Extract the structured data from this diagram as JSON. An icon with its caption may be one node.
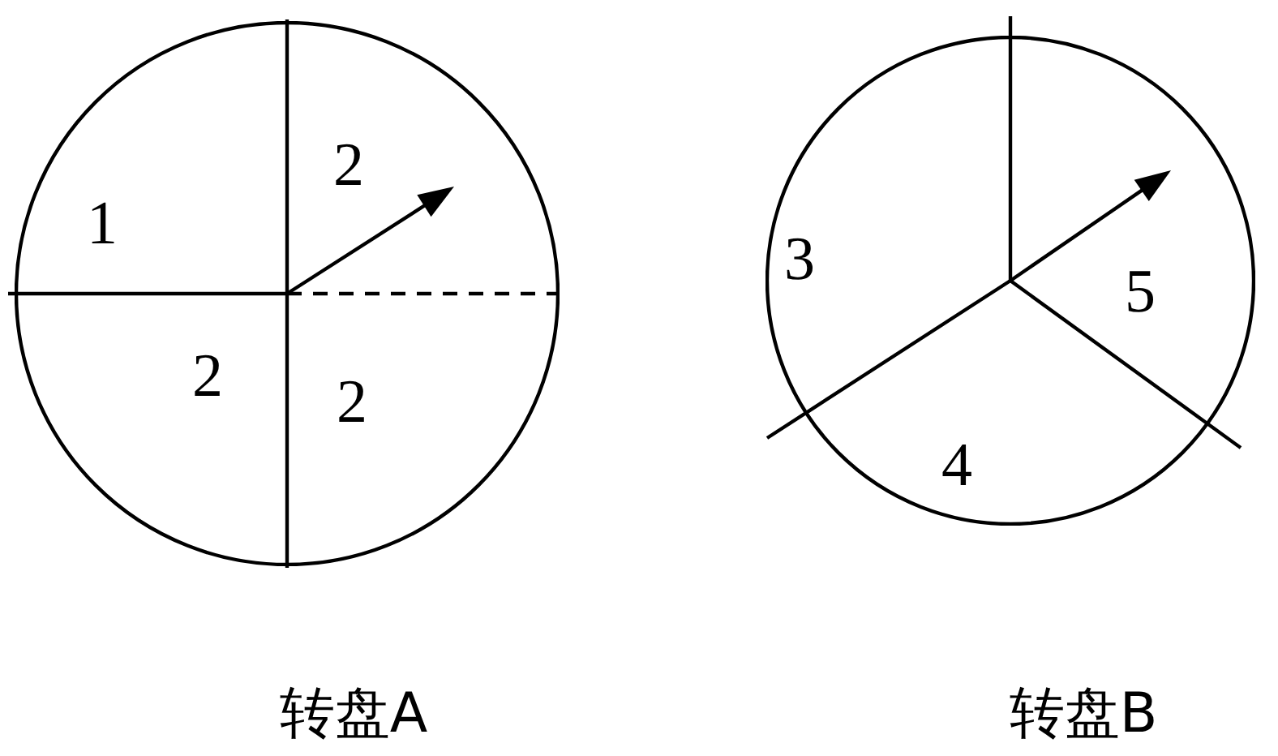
{
  "diagram": {
    "nodes": [
      {
        "text": [],
        "shape": "circle",
        "beside": [
          "转盘A"
        ]
      },
      {
        "text": [],
        "shape": "circle",
        "beside": [
          "转盘B"
        ]
      }
    ],
    "labels": [
      "2",
      "1",
      "2",
      "2",
      "3",
      "5",
      "4"
    ]
  }
}
